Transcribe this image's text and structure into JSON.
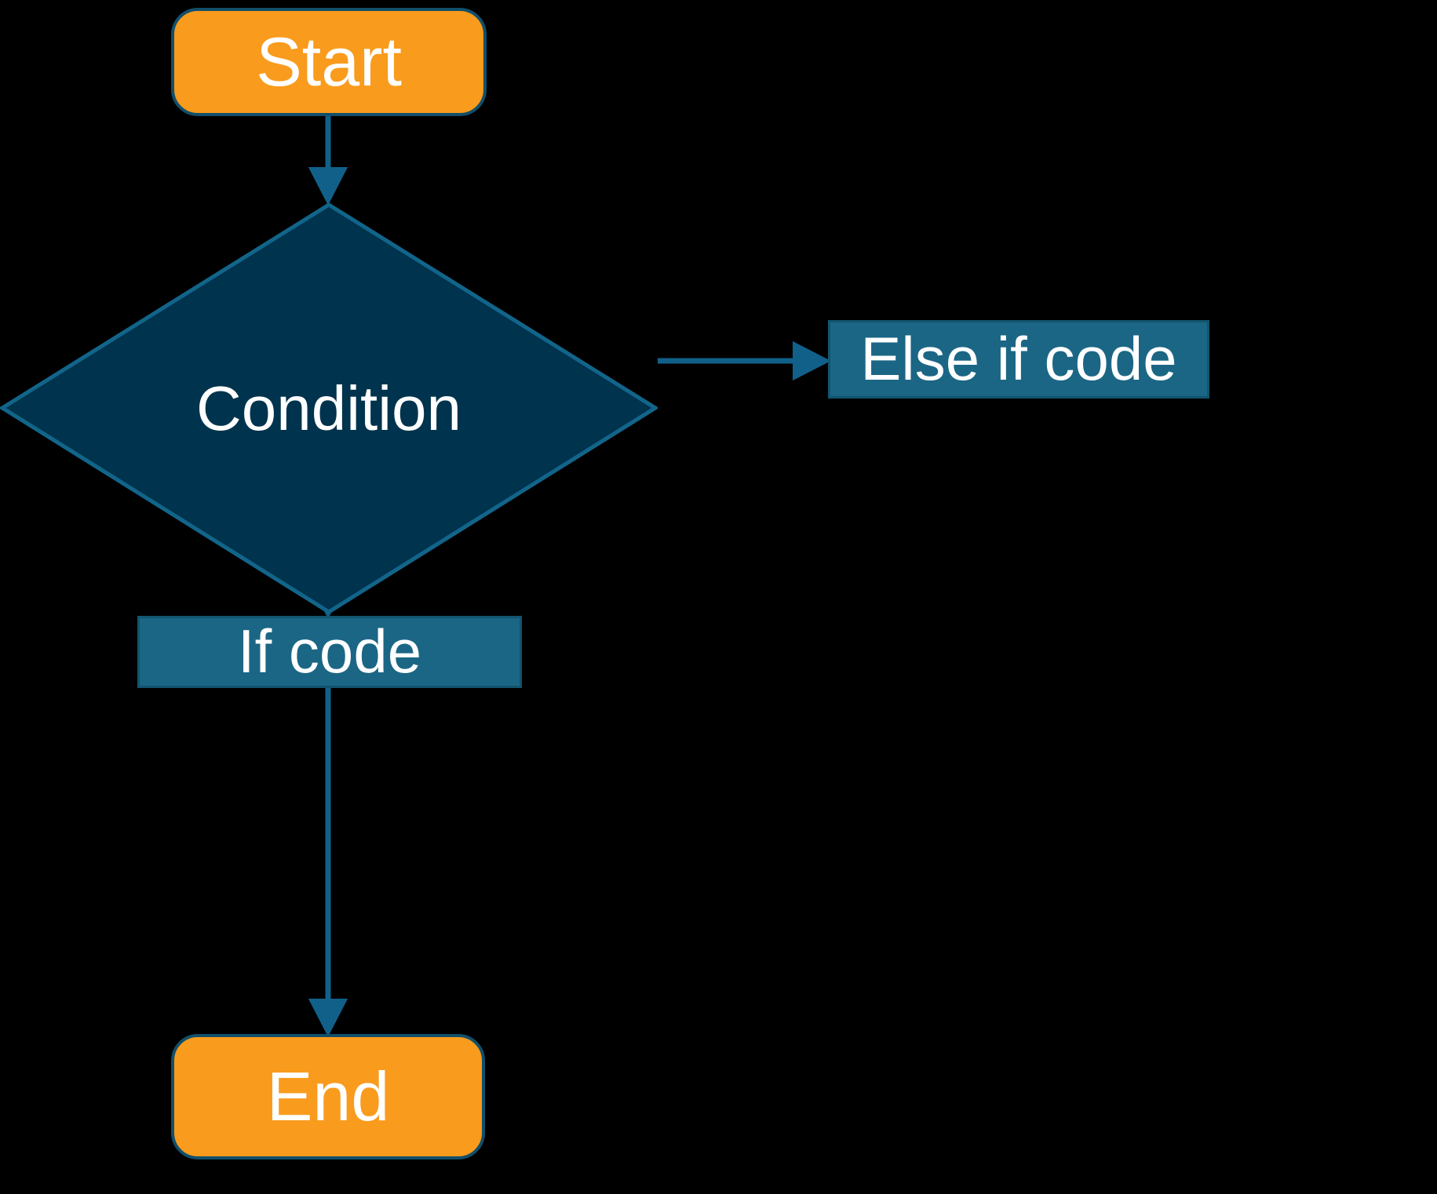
{
  "diagram": {
    "title": "If / Else-if conditional flowchart",
    "background_color": "#000000",
    "palette": {
      "terminator_fill": "#F99B1C",
      "terminator_stroke": "#124F6B",
      "decision_fill": "#00334D",
      "decision_stroke": "#12658A",
      "process_fill": "#1B6685",
      "process_stroke": "#12556F",
      "connector_color": "#11608A",
      "text_color": "#FFFFFF"
    },
    "nodes": [
      {
        "id": "start",
        "label": "Start",
        "shape": "terminator"
      },
      {
        "id": "cond",
        "label": "Condition",
        "shape": "decision"
      },
      {
        "id": "elseif",
        "label": "Else if code",
        "shape": "process"
      },
      {
        "id": "ifcode",
        "label": "If code",
        "shape": "process"
      },
      {
        "id": "end",
        "label": "End",
        "shape": "terminator"
      }
    ],
    "edges": [
      {
        "id": "e1",
        "from": "start",
        "to": "cond",
        "label": "",
        "direction": "down"
      },
      {
        "id": "e2",
        "from": "cond",
        "to": "elseif",
        "label": "",
        "direction": "right"
      },
      {
        "id": "e3",
        "from": "cond",
        "to": "ifcode",
        "label": "",
        "direction": "down"
      },
      {
        "id": "e4",
        "from": "ifcode",
        "to": "end",
        "label": "",
        "direction": "down"
      }
    ]
  }
}
